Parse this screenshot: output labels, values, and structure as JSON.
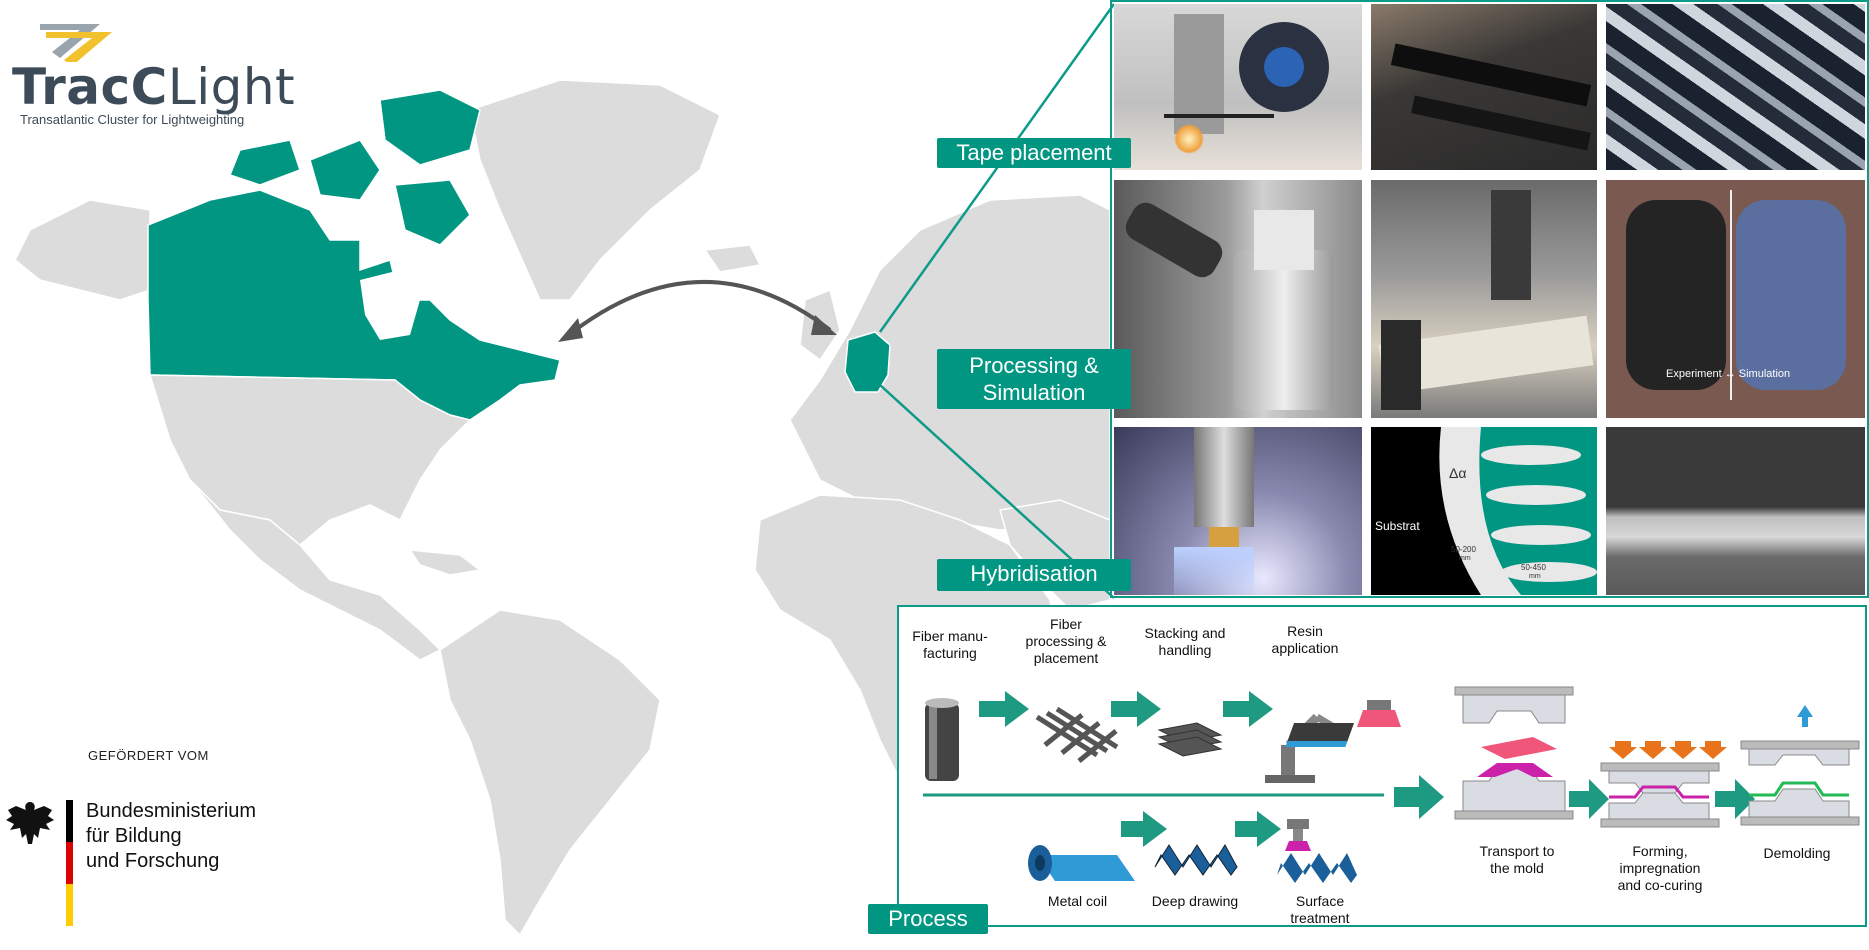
{
  "logo": {
    "title_bold": "TracC",
    "title_light": "Light",
    "subtitle": "Transatlantic Cluster for Lightweighting"
  },
  "funding": {
    "label": "GEFÖRDERT VOM",
    "ministry_line1": "Bundesministerium",
    "ministry_line2": "für Bildung",
    "ministry_line3": "und Forschung"
  },
  "tags": {
    "tape_placement": "Tape placement",
    "processing_line1": "Processing &",
    "processing_line2": "Simulation",
    "hybridisation": "Hybridisation",
    "process": "Process"
  },
  "photos": {
    "experiment": "Experiment",
    "arrow": "↔",
    "simulation": "Simulation",
    "substrat": "Substrat",
    "delta_alpha": "Δα",
    "dim1": "50-200",
    "dim2": "50-450",
    "unit": "mm"
  },
  "process": {
    "fiber_manufacturing": [
      "Fiber manu-",
      "facturing"
    ],
    "fiber_processing": [
      "Fiber",
      "processing &",
      "placement"
    ],
    "stacking": [
      "Stacking and",
      "handling"
    ],
    "resin": [
      "Resin",
      "application"
    ],
    "metal_coil": "Metal coil",
    "deep_drawing": "Deep drawing",
    "surface_treatment": [
      "Surface",
      "treatment"
    ],
    "transport": [
      "Transport to",
      "the mold"
    ],
    "forming": [
      "Forming,",
      "impregnation",
      "and co-curing"
    ],
    "demolding": "Demolding"
  },
  "colors": {
    "accent": "#009682",
    "land": "#dcdcdc",
    "border": "#ffffff",
    "arrow": "#555555",
    "orange": "#e8731a",
    "magenta": "#cc22aa",
    "pink": "#f0557a",
    "blue": "#2e9bd6",
    "flag_black": "#000000",
    "flag_red": "#dd0000",
    "flag_gold": "#ffcc00"
  }
}
